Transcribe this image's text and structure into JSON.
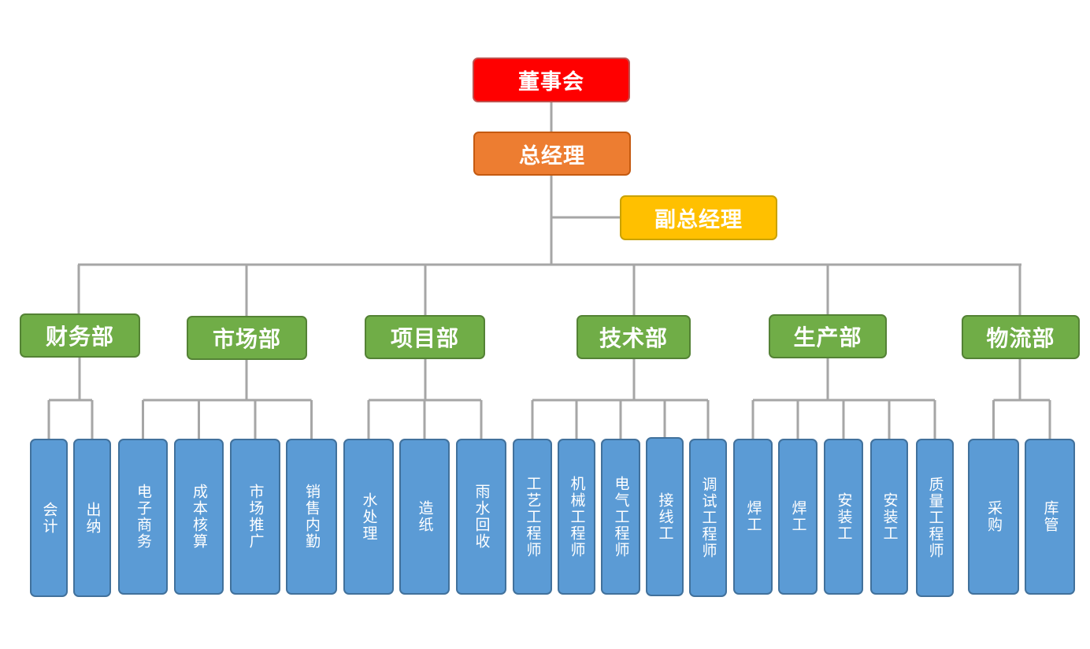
{
  "board": "董事会",
  "general_manager": "总经理",
  "vice_general_manager": "副总经理",
  "departments": [
    {
      "name": "财务部",
      "roles": [
        "会计",
        "出纳"
      ]
    },
    {
      "name": "市场部",
      "roles": [
        "电子商务",
        "成本核算",
        "市场推广",
        "销售内勤"
      ]
    },
    {
      "name": "项目部",
      "roles": [
        "水处理",
        "造纸",
        "雨水回收"
      ]
    },
    {
      "name": "技术部",
      "roles": [
        "工艺工程师",
        "机械工程师",
        "电气工程师",
        "接线工",
        "调试工程师"
      ]
    },
    {
      "name": "生产部",
      "roles": [
        "焊工",
        "焊工",
        "安装工",
        "安装工",
        "质量工程师"
      ]
    },
    {
      "name": "物流部",
      "roles": [
        "采购",
        "库管"
      ]
    }
  ],
  "colors": {
    "board": "#ff0000",
    "general_manager": "#ed7d31",
    "vice_general_manager": "#ffc000",
    "department": "#70ad47",
    "role": "#5b9bd5",
    "connector": "#a6a6a6"
  }
}
